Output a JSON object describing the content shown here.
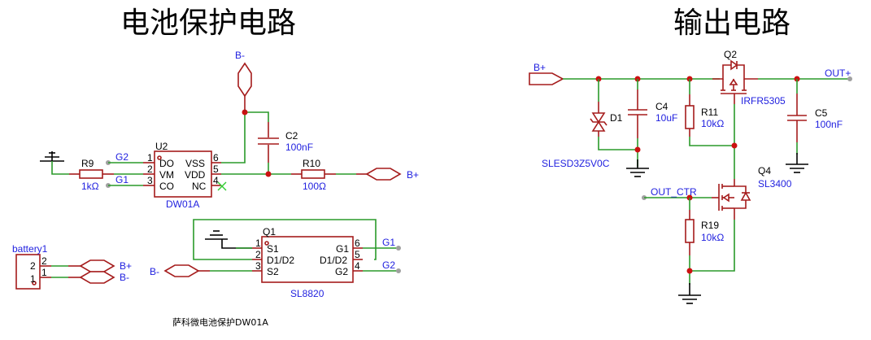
{
  "titles": {
    "left": "电池保护电路",
    "right": "输出电路"
  },
  "battery_protection": {
    "u2": {
      "ref": "U2",
      "value": "DW01A",
      "pins": [
        {
          "num": "1",
          "name": "DO"
        },
        {
          "num": "2",
          "name": "VM"
        },
        {
          "num": "3",
          "name": "CO"
        },
        {
          "num": "6",
          "name": "VSS"
        },
        {
          "num": "5",
          "name": "VDD"
        },
        {
          "num": "4",
          "name": "NC"
        }
      ]
    },
    "r9": {
      "ref": "R9",
      "value": "1kΩ"
    },
    "r10": {
      "ref": "R10",
      "value": "100Ω"
    },
    "c2": {
      "ref": "C2",
      "value": "100nF"
    },
    "nets": {
      "g2": "G2",
      "g1": "G1",
      "b_minus_top": "B-",
      "b_plus_right": "B+"
    },
    "q1": {
      "ref": "Q1",
      "value": "SL8820",
      "pins_left": [
        {
          "num": "1",
          "name": "S1"
        },
        {
          "num": "2",
          "name": "D1/D2"
        },
        {
          "num": "3",
          "name": "S2"
        }
      ],
      "pins_right": [
        {
          "num": "6",
          "name": "G1"
        },
        {
          "num": "5",
          "name": "D1/D2"
        },
        {
          "num": "4",
          "name": "G2"
        }
      ],
      "net_g1": "G1",
      "net_g2": "G2",
      "net_b_minus": "B-"
    },
    "battery": {
      "ref": "battery1",
      "pin2": "2",
      "pin1": "1",
      "outer_pin2": "2",
      "outer_pin1": "1",
      "net_plus": "B+",
      "net_minus": "B-"
    },
    "note": "萨科微电池保护DW01A"
  },
  "output_circuit": {
    "net_in": "B+",
    "net_out": "OUT+",
    "net_ctrl": "OUT_CTR",
    "d1": {
      "ref": "D1",
      "value": "SLESD3Z5V0C"
    },
    "c4": {
      "ref": "C4",
      "value": "10uF"
    },
    "r11": {
      "ref": "R11",
      "value": "10kΩ"
    },
    "q2": {
      "ref": "Q2",
      "value": "IRFR5305"
    },
    "c5": {
      "ref": "C5",
      "value": "100nF"
    },
    "q4": {
      "ref": "Q4",
      "value": "SL3400"
    },
    "r19": {
      "ref": "R19",
      "value": "10kΩ"
    }
  }
}
